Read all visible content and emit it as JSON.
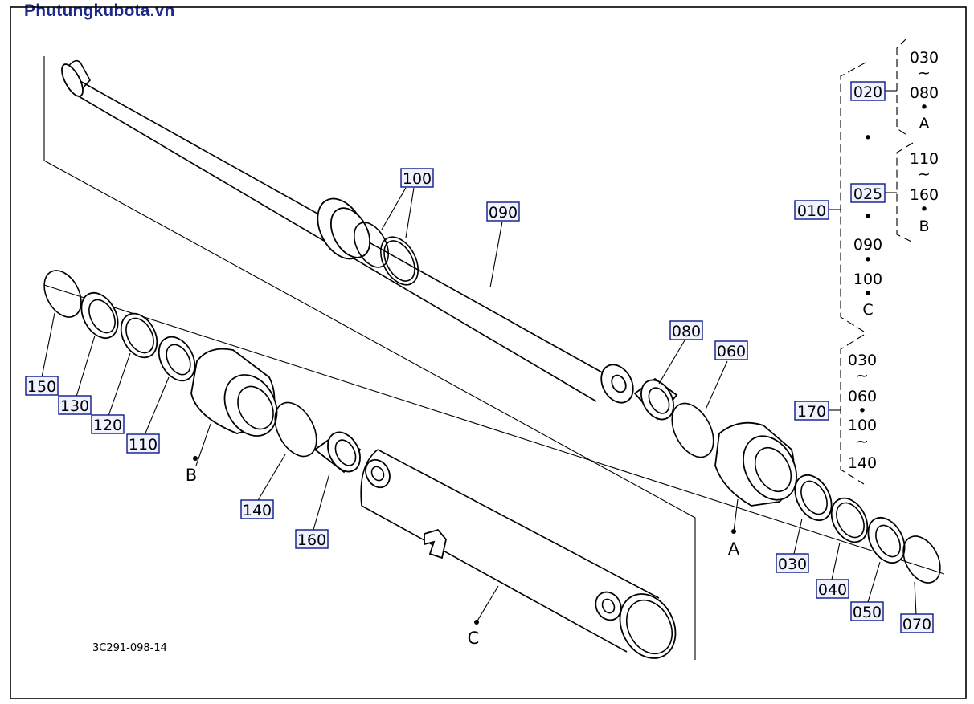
{
  "watermark": "Phutungkubota.vn",
  "drawing_code": "3C291-098-14",
  "assembly_points": [
    "A",
    "B",
    "C"
  ],
  "parts": [
    {
      "id": "p100",
      "number": "100"
    },
    {
      "id": "p090",
      "number": "090"
    },
    {
      "id": "p080",
      "number": "080"
    },
    {
      "id": "p060",
      "number": "060"
    },
    {
      "id": "p150",
      "number": "150"
    },
    {
      "id": "p130",
      "number": "130"
    },
    {
      "id": "p120",
      "number": "120"
    },
    {
      "id": "p110",
      "number": "110"
    },
    {
      "id": "p140",
      "number": "140"
    },
    {
      "id": "p160",
      "number": "160"
    },
    {
      "id": "p030",
      "number": "030"
    },
    {
      "id": "p040",
      "number": "040"
    },
    {
      "id": "p050",
      "number": "050"
    },
    {
      "id": "p070",
      "number": "070"
    }
  ],
  "legend": {
    "assembly_010": {
      "number": "010",
      "sub_020": {
        "number": "020",
        "range_from": "030",
        "tilde": "~",
        "range_to": "080",
        "dot": "•",
        "point": "A"
      },
      "sub_025": {
        "number": "025",
        "range_from": "110",
        "tilde": "~",
        "range_to": "160",
        "dot": "•",
        "point": "B"
      },
      "items": [
        "090",
        "100",
        "C"
      ],
      "dot": "•"
    },
    "assembly_170": {
      "number": "170",
      "lines": [
        "030",
        "~",
        "060",
        "•",
        "100",
        "~",
        "140"
      ]
    }
  }
}
